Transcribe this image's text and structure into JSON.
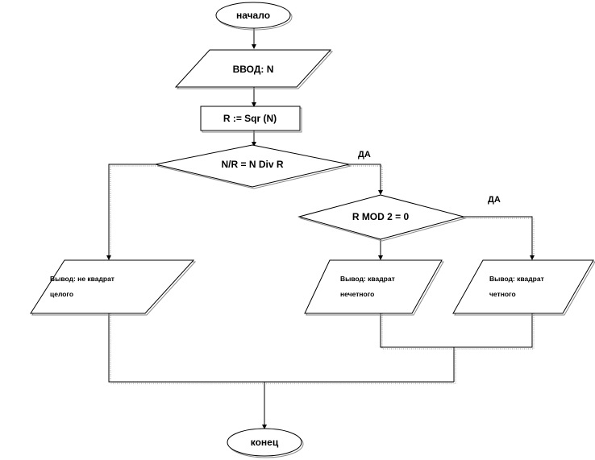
{
  "flowchart": {
    "start": "начало",
    "input": "ВВОД: N",
    "assign": "R := Sqr (N)",
    "decision1": "N/R = N Div R",
    "decision1_yes": "ДА",
    "decision2": "R MOD 2 = 0",
    "decision2_yes": "ДА",
    "out_not_square_line1": "Вывод: не квадрат",
    "out_not_square_line2": "целого",
    "out_odd_line1": "Вывод: квадрат",
    "out_odd_line2": "нечетного",
    "out_even_line1": "Вывод: квадрат",
    "out_even_line2": "четного",
    "end": "конец"
  }
}
